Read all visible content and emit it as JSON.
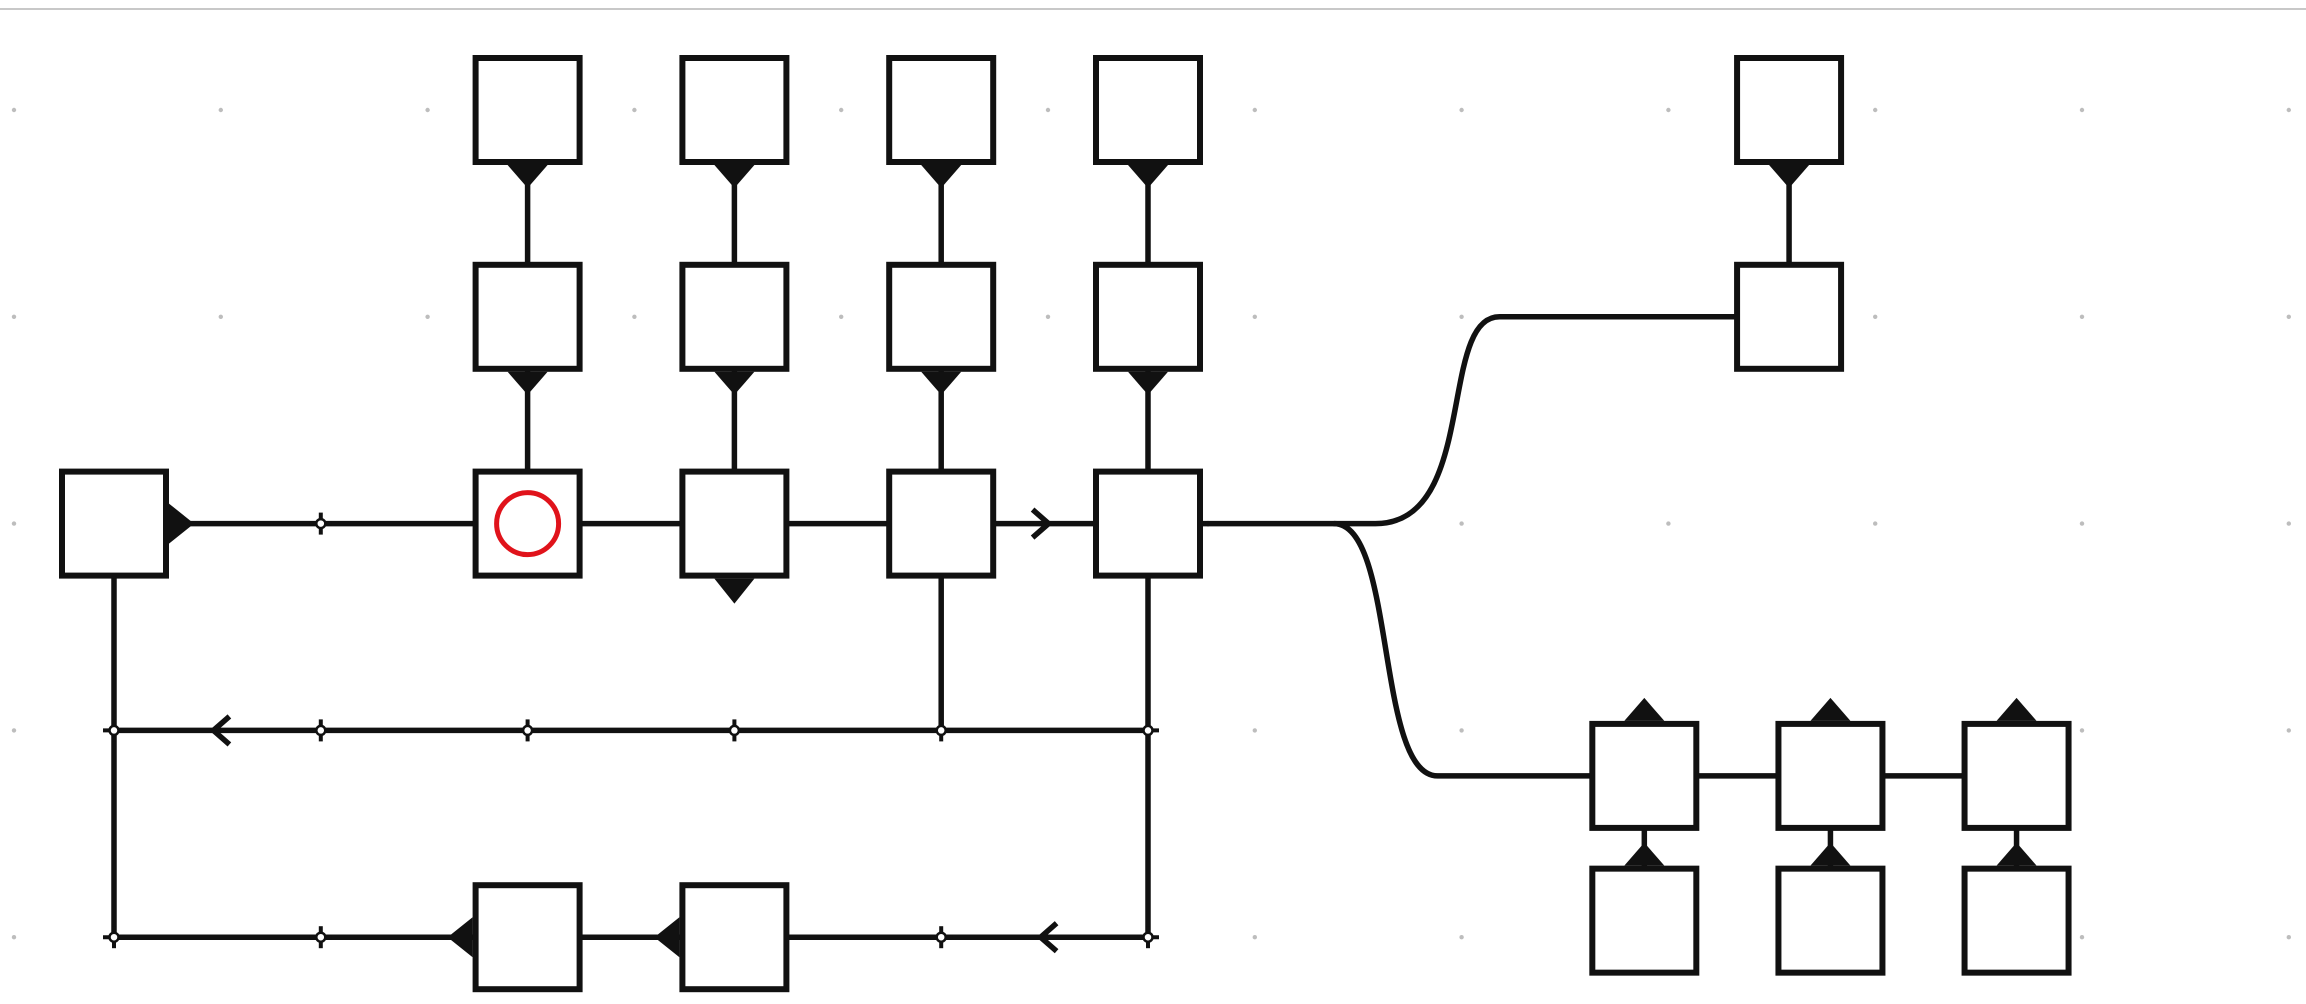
{
  "colors": {
    "background": "#ffffff",
    "stroke": "#111111",
    "grid_dot": "#bdbdbd",
    "marker": "#e0131b",
    "frame_line": "#c8c8c8"
  },
  "diagram": {
    "kind": "node-graph",
    "nodes": [
      {
        "id": "n1",
        "label": ""
      },
      {
        "id": "n2",
        "label": ""
      },
      {
        "id": "n3",
        "label": ""
      },
      {
        "id": "n4",
        "label": ""
      },
      {
        "id": "n5",
        "label": ""
      },
      {
        "id": "n6",
        "label": ""
      },
      {
        "id": "n7",
        "label": ""
      },
      {
        "id": "n8",
        "label": ""
      },
      {
        "id": "n9",
        "label": ""
      },
      {
        "id": "n10",
        "label": ""
      },
      {
        "id": "n11",
        "label": ""
      },
      {
        "id": "n12",
        "label": ""
      },
      {
        "id": "n13",
        "label": ""
      },
      {
        "id": "n14",
        "label": ""
      },
      {
        "id": "n15",
        "label": ""
      },
      {
        "id": "n16",
        "label": ""
      },
      {
        "id": "n17",
        "label": ""
      },
      {
        "id": "n18",
        "label": ""
      },
      {
        "id": "n19",
        "label": ""
      },
      {
        "id": "n20",
        "label": ""
      },
      {
        "id": "n21",
        "label": ""
      },
      {
        "id": "n22",
        "label": ""
      }
    ],
    "highlighted_node": "n7",
    "highlight_icon": "red-circle-marker-icon"
  }
}
